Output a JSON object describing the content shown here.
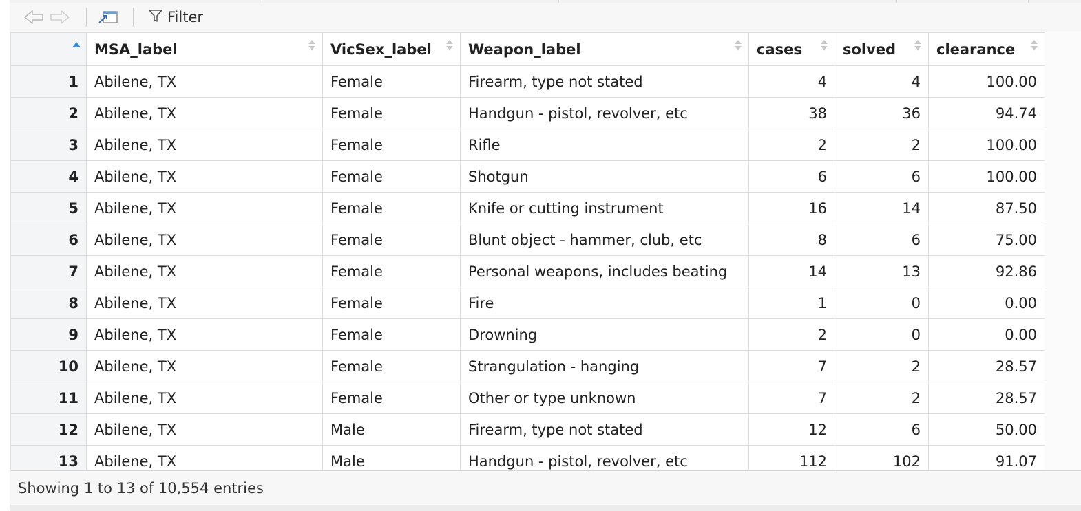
{
  "toolbar": {
    "back_icon": "arrow-left-icon",
    "forward_icon": "arrow-right-icon",
    "popout_icon": "popout-window-icon",
    "filter_icon": "filter-icon",
    "filter_label": "Filter"
  },
  "table": {
    "columns": [
      "",
      "MSA_label",
      "VicSex_label",
      "Weapon_label",
      "cases",
      "solved",
      "clearance"
    ],
    "sort_column": "row-number",
    "sort_direction": "ascending",
    "rows": [
      [
        "1",
        "Abilene, TX",
        "Female",
        "Firearm, type not stated",
        "4",
        "4",
        "100.00"
      ],
      [
        "2",
        "Abilene, TX",
        "Female",
        "Handgun - pistol, revolver, etc",
        "38",
        "36",
        "94.74"
      ],
      [
        "3",
        "Abilene, TX",
        "Female",
        "Rifle",
        "2",
        "2",
        "100.00"
      ],
      [
        "4",
        "Abilene, TX",
        "Female",
        "Shotgun",
        "6",
        "6",
        "100.00"
      ],
      [
        "5",
        "Abilene, TX",
        "Female",
        "Knife or cutting instrument",
        "16",
        "14",
        "87.50"
      ],
      [
        "6",
        "Abilene, TX",
        "Female",
        "Blunt object - hammer, club, etc",
        "8",
        "6",
        "75.00"
      ],
      [
        "7",
        "Abilene, TX",
        "Female",
        "Personal weapons, includes beating",
        "14",
        "13",
        "92.86"
      ],
      [
        "8",
        "Abilene, TX",
        "Female",
        "Fire",
        "1",
        "0",
        "0.00"
      ],
      [
        "9",
        "Abilene, TX",
        "Female",
        "Drowning",
        "2",
        "0",
        "0.00"
      ],
      [
        "10",
        "Abilene, TX",
        "Female",
        "Strangulation - hanging",
        "7",
        "2",
        "28.57"
      ],
      [
        "11",
        "Abilene, TX",
        "Female",
        "Other or type unknown",
        "7",
        "2",
        "28.57"
      ],
      [
        "12",
        "Abilene, TX",
        "Male",
        "Firearm, type not stated",
        "12",
        "6",
        "50.00"
      ],
      [
        "13",
        "Abilene, TX",
        "Male",
        "Handgun - pistol, revolver, etc",
        "112",
        "102",
        "91.07"
      ]
    ]
  },
  "status": {
    "text": "Showing 1 to 13 of 10,554 entries"
  },
  "colors": {
    "sort_active": "#3b8fd9",
    "rownum_bg": "#f3f5f7",
    "border": "#dcdcdc"
  }
}
